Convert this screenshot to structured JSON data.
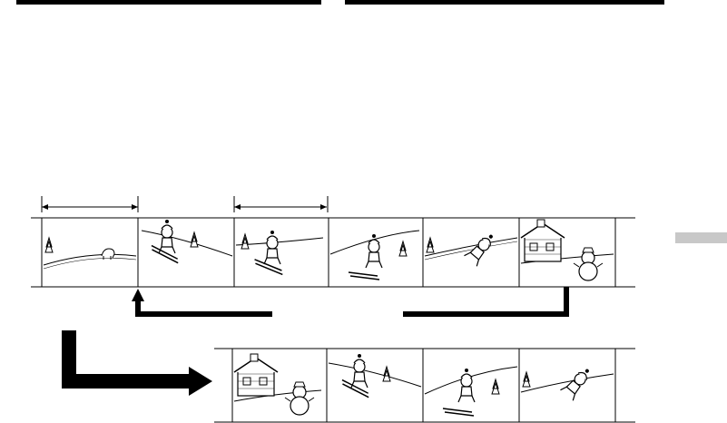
{
  "page": {
    "header_rules": [
      "left-rule",
      "right-rule"
    ],
    "side_tab_color": "#c8c8c8"
  },
  "timeline_top": {
    "frames": [
      {
        "scene": "hill-with-dog",
        "icon": "dog-on-hill-icon"
      },
      {
        "scene": "skier-jumping",
        "icon": "skier-jumping-icon"
      },
      {
        "scene": "skier-landing",
        "icon": "skier-landing-icon"
      },
      {
        "scene": "skier-crouching",
        "icon": "skier-crouching-icon"
      },
      {
        "scene": "skier-falling",
        "icon": "skier-falling-icon"
      },
      {
        "scene": "house-and-snowman",
        "icon": "house-snowman-icon"
      }
    ],
    "range_markers": [
      "range-1",
      "range-2"
    ]
  },
  "timeline_bottom": {
    "frames": [
      {
        "scene": "house-and-snowman",
        "icon": "house-snowman-icon"
      },
      {
        "scene": "skier-jumping",
        "icon": "skier-jumping-icon"
      },
      {
        "scene": "skier-crouching",
        "icon": "skier-crouching-icon"
      },
      {
        "scene": "skier-falling",
        "icon": "skier-falling-icon"
      }
    ]
  },
  "arrows": [
    "move-back-arrow",
    "result-arrow"
  ]
}
